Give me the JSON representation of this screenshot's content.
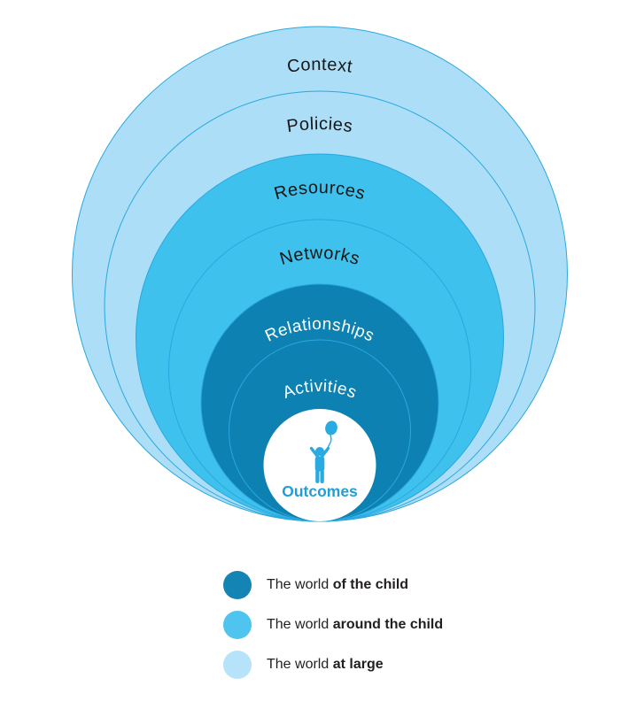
{
  "figure": {
    "background_color": "#FFFFFF",
    "ring_stroke_color": "#2AA7DE"
  },
  "diagram": {
    "rings": [
      {
        "label": "Context",
        "fill": "#ACDFF7",
        "text_color": "#161616"
      },
      {
        "label": "Policies",
        "fill": "#ACDFF7",
        "text_color": "#161616"
      },
      {
        "label": "Resources",
        "fill": "#3FC1EE",
        "text_color": "#161616"
      },
      {
        "label": "Networks",
        "fill": "#3FC1EE",
        "text_color": "#161616"
      },
      {
        "label": "Relationships",
        "fill": "#0D81B2",
        "text_color": "#FFFFFF"
      },
      {
        "label": "Activities",
        "fill": "#0D81B2",
        "text_color": "#FFFFFF"
      }
    ],
    "center": {
      "label": "Outcomes",
      "label_color": "#1F9FD9",
      "fill": "#FFFFFF",
      "icon": "child-with-balloon",
      "icon_color": "#29ABE2"
    }
  },
  "legend": {
    "items": [
      {
        "swatch_color": "#1484B4",
        "prefix": "The world ",
        "bold": "of the child"
      },
      {
        "swatch_color": "#4FC4EF",
        "prefix": "The world ",
        "bold": "around the child"
      },
      {
        "swatch_color": "#B6E3F9",
        "prefix": "The world ",
        "bold": "at large"
      }
    ]
  }
}
